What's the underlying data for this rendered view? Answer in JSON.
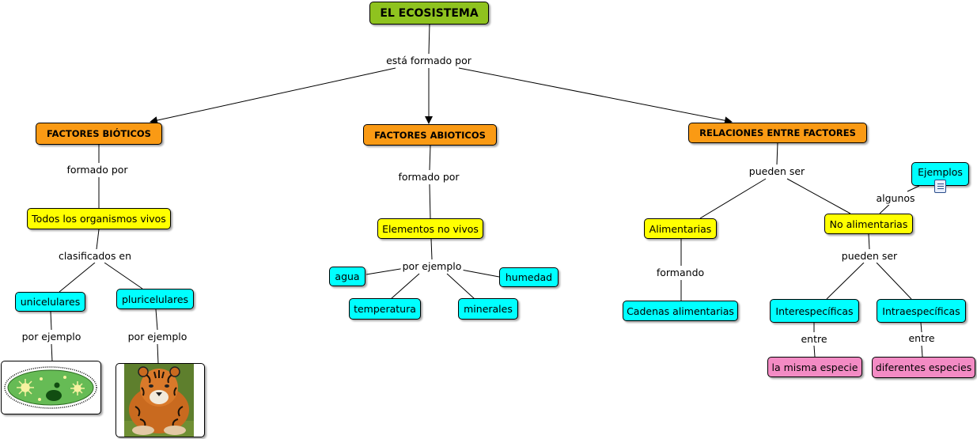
{
  "colors": {
    "root": "#8fc31f",
    "category": "#fa9a14",
    "subcategory": "#ffff00",
    "leaf": "#00ffff",
    "relation_leaf": "#f38bc4"
  },
  "nodes": {
    "root": "EL ECOSISTEMA",
    "bioticos": "FACTORES BIÓTICOS",
    "abioticos": "FACTORES ABIOTICOS",
    "relaciones": "RELACIONES ENTRE FACTORES",
    "organismos": "Todos los organismos vivos",
    "elementos": "Elementos no vivos",
    "alimentarias": "Alimentarias",
    "no_alimentarias": "No alimentarias",
    "ejemplos": "Ejemplos",
    "unicelulares": "unicelulares",
    "pluricelulares": "pluricelulares",
    "agua": "agua",
    "humedad": "humedad",
    "temperatura": "temperatura",
    "minerales": "minerales",
    "cadenas": "Cadenas alimentarias",
    "interespecificas": "Interespecíficas",
    "intraespecificas": "Intraespecíficas",
    "misma_especie": "la misma especie",
    "diferentes_especies": "diferentes especies"
  },
  "links": {
    "esta_formado_por": "está formado por",
    "formado_por_1": "formado por",
    "formado_por_2": "formado por",
    "pueden_ser_1": "pueden ser",
    "algunos": "algunos",
    "clasificados_en": "clasificados en",
    "por_ejemplo_1": "por ejemplo",
    "formando": "formando",
    "pueden_ser_2": "pueden ser",
    "por_ejemplo_2": "por ejemplo",
    "por_ejemplo_3": "por ejemplo",
    "entre_1": "entre",
    "entre_2": "entre"
  },
  "icons": {
    "resource": "document-icon",
    "cell_image": "cell-illustration",
    "tiger_image": "tiger-photo"
  }
}
